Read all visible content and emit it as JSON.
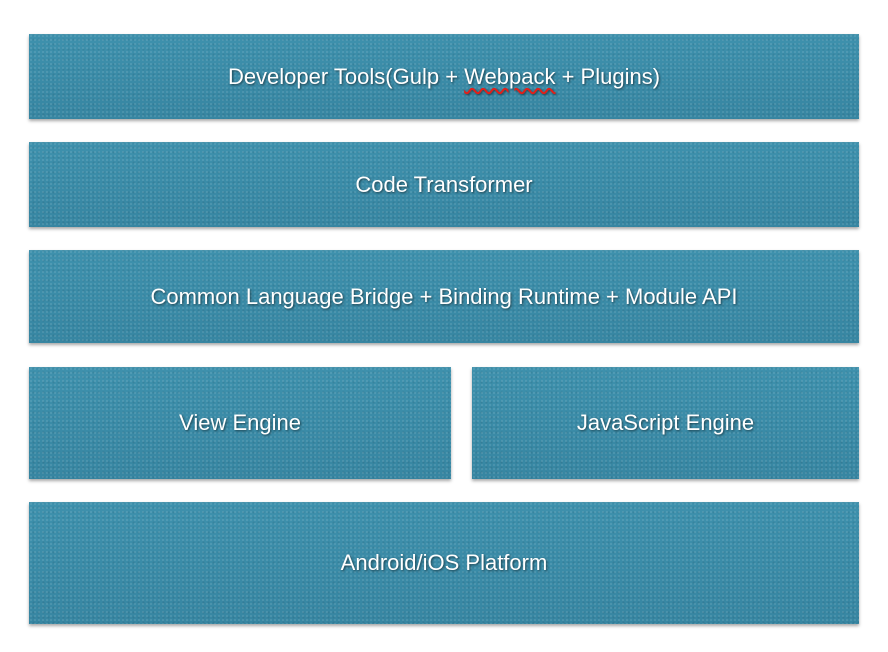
{
  "layers": {
    "dev_tools": {
      "prefix": "Developer Tools(Gulp + ",
      "misspelled": "Webpack",
      "suffix": " + Plugins)"
    },
    "transformer": {
      "label": "Code Transformer"
    },
    "bridge": {
      "label": "Common Language Bridge + Binding Runtime + Module API"
    },
    "view_engine": {
      "label": "View Engine"
    },
    "js_engine": {
      "label": "JavaScript Engine"
    },
    "platform": {
      "label": "Android/iOS Platform"
    }
  },
  "colors": {
    "box_fill": "#3a8aa6",
    "text": "#ffffff",
    "spellcheck_underline": "#e0201a"
  }
}
